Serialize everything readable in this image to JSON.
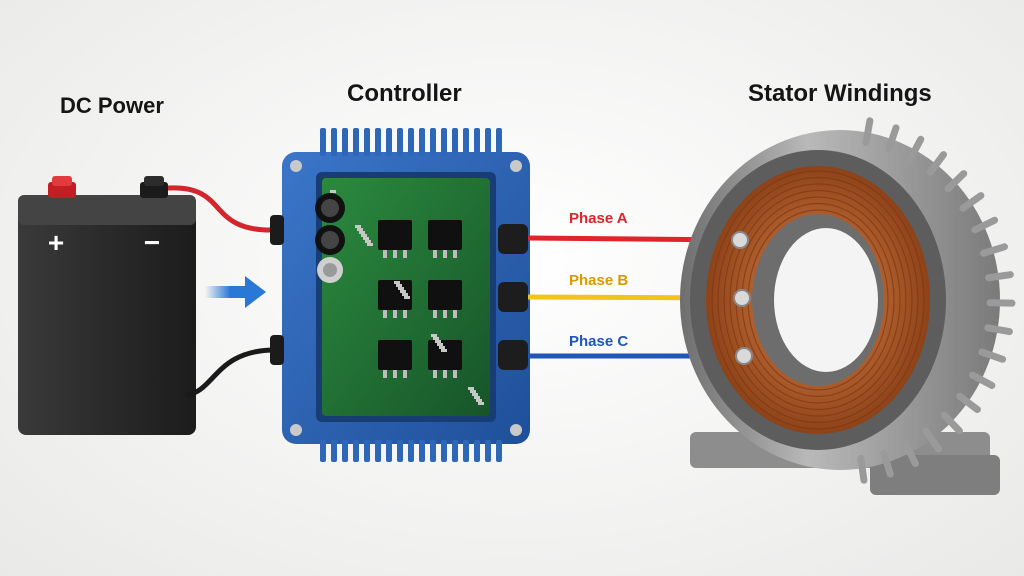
{
  "labels": {
    "dc_power": "DC Power",
    "controller": "Controller",
    "stator": "Stator Windings",
    "battery_plus": "+",
    "battery_minus": "−"
  },
  "phases": [
    {
      "id": "a",
      "label": "Phase A",
      "color": "#e0242b"
    },
    {
      "id": "b",
      "label": "Phase B",
      "color": "#e6a800"
    },
    {
      "id": "c",
      "label": "Phase C",
      "color": "#1f56b8"
    }
  ],
  "colors": {
    "battery": "#2b2b2b",
    "controller": "#2c63b5",
    "pcb": "#1f6b2f",
    "copper": "#b8602a",
    "stator_housing": "#8a8a8a",
    "arrow": "#2a78d6"
  }
}
